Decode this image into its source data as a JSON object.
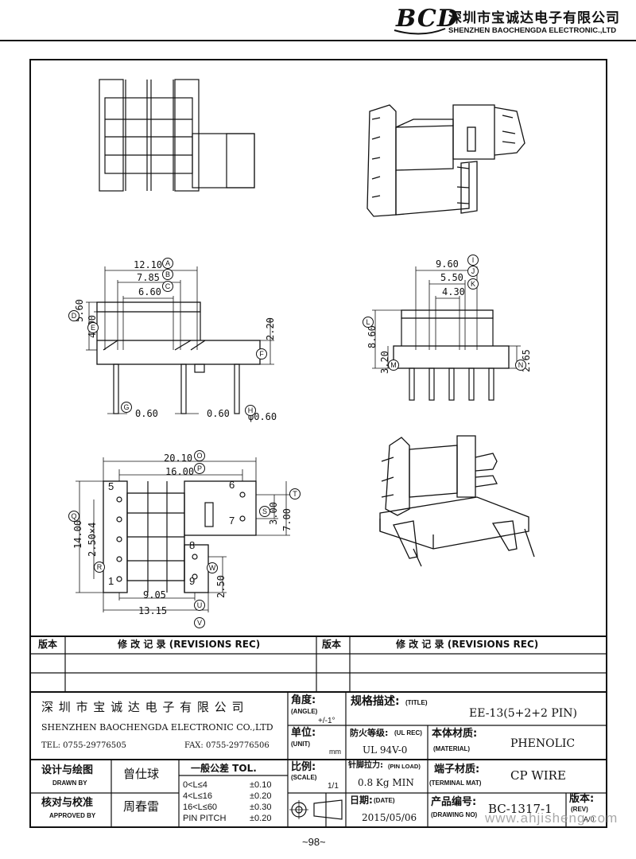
{
  "header": {
    "logo_text": "BCD",
    "company_cn": "深圳市宝诚达电子有限公司",
    "company_en": "SHENZHEN BAOCHENGDA ELECTRONIC.,LTD"
  },
  "dims": {
    "side_a": "12.10",
    "side_b": "7.85",
    "side_c": "6.60",
    "side_d": "5.60",
    "side_e": "4.00",
    "side_f": "2.20",
    "side_g": "0.60",
    "side_g2": "0.60",
    "side_h": "φ0.60",
    "front_i": "9.60",
    "front_j": "5.50",
    "front_k": "4.30",
    "front_l": "8.60",
    "front_m": "3.20",
    "front_n": "2.65",
    "bot_o": "20.10",
    "bot_p": "16.00",
    "bot_q": "14.00",
    "bot_r": "2.50×4",
    "bot_s": "3.00",
    "bot_t": "7.00",
    "bot_u": "9.05",
    "bot_v": "13.15",
    "bot_w": "2.50",
    "pin5": "5",
    "pin6": "6",
    "pin7": "7",
    "pin8": "8",
    "pin1": "1",
    "pin9": "9",
    "letters": [
      "A",
      "B",
      "C",
      "D",
      "E",
      "F",
      "G",
      "H",
      "I",
      "J",
      "K",
      "L",
      "M",
      "N",
      "O",
      "P",
      "Q",
      "R",
      "S",
      "T",
      "U",
      "V",
      "W"
    ]
  },
  "revisions": {
    "col_ver": "版本",
    "col_rec": "修 改 记 录  (REVISIONS REC)"
  },
  "title_block": {
    "company_cn": "深 圳 市 宝 诚 达 电 子 有 限 公 司",
    "company_en": "SHENZHEN BAOCHENGDA ELECTRONIC CO.,LTD",
    "tel": "TEL: 0755-29776505",
    "fax": "FAX: 0755-29776506",
    "angle_cn": "角度:",
    "angle_en": "(ANGLE)",
    "angle_val": "+/-1°",
    "unit_cn": "单位:",
    "unit_en": "(UNIT)",
    "unit_val": "mm",
    "title_cn": "规格描述:",
    "title_en": "(TITLE)",
    "title_val": "EE-13(5+2+2 PIN)",
    "ulrec_cn": "防火等级:",
    "ulrec_en": "(UL REC)",
    "ulrec_val": "UL 94V-0",
    "material_cn": "本体材质:",
    "material_en": "(MATERIAL)",
    "material_val": "PHENOLIC",
    "drawn_cn": "设计与绘图",
    "drawn_en": "DRAWN BY",
    "drawn_val": "曾仕球",
    "approved_cn": "核对与校准",
    "approved_en": "APPROVED BY",
    "approved_val": "周春雷",
    "tol_title": "一般公差 TOL.",
    "tol_rows": [
      {
        "range": "0<L≤4",
        "val": "±0.10"
      },
      {
        "range": "4<L≤16",
        "val": "±0.20"
      },
      {
        "range": "16<L≤60",
        "val": "±0.30"
      },
      {
        "range": "PIN PITCH",
        "val": "±0.20"
      }
    ],
    "scale_cn": "比例:",
    "scale_en": "(SCALE)",
    "scale_val": "1/1",
    "pinload_cn": "针脚拉力:",
    "pinload_en": "(PIN LOAD)",
    "pinload_val": "0.8 Kg MIN",
    "terminal_cn": "端子材质:",
    "terminal_en": "(TERMINAL MAT)",
    "terminal_val": "CP WIRE",
    "date_cn": "日期:",
    "date_en": "(DATE)",
    "date_val": "2015/05/06",
    "drawing_cn": "产品编号:",
    "drawing_en": "(DRAWING NO)",
    "drawing_val": "BC-1317-1",
    "rev_cn": "版本:",
    "rev_en": "(REV)",
    "rev_val": "A/0"
  },
  "watermark": "www.ahjisheng.com",
  "page_number": "~98~"
}
